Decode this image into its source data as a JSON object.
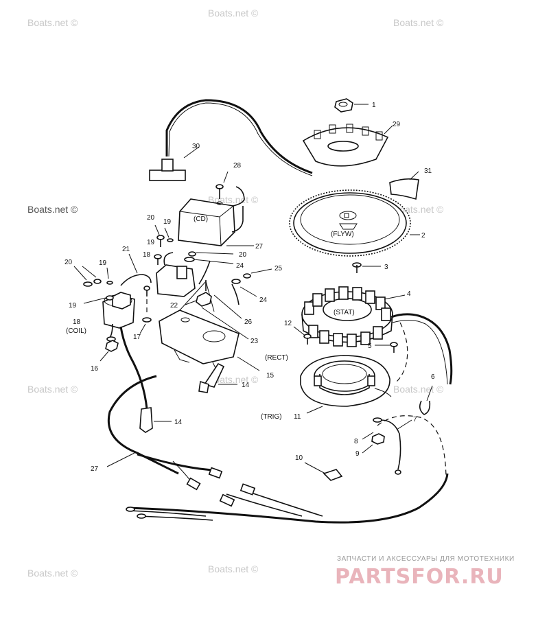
{
  "watermark": "Boats.net ©",
  "brand": {
    "tagline": "ЗАПЧАСТИ И АКСЕССУАРЫ ДЛЯ МОТОТЕХНИКИ",
    "logo": "PARTSFOR.RU"
  },
  "inner_labels": {
    "cd": "(CD)",
    "flyw": "(FLYW)",
    "stat": "(STAT)"
  },
  "callouts": {
    "p1": "1",
    "p29": "29",
    "p30": "30",
    "p28": "28",
    "p31": "31",
    "p2": "2",
    "p20a": "20",
    "p19a": "19",
    "p27a": "27",
    "p19b": "19",
    "p21": "21",
    "p18a": "18",
    "p20b": "20",
    "p24a": "24",
    "p20c": "20",
    "p19c": "19",
    "p3": "3",
    "p25": "25",
    "p4": "4",
    "p24b": "24",
    "p22": "22",
    "p19d": "19",
    "p26": "26",
    "p18b": "18",
    "coil": "(COIL)",
    "p17": "17",
    "p12": "12",
    "p23": "23",
    "p5": "5",
    "rect": "(RECT)",
    "p16": "16",
    "p15": "15",
    "p6": "6",
    "p14a": "14",
    "trig": "(TRIG)",
    "p11": "11",
    "p7": "7",
    "p14b": "14",
    "p8": "8",
    "p9": "9",
    "p10": "10",
    "p27b": "27"
  }
}
